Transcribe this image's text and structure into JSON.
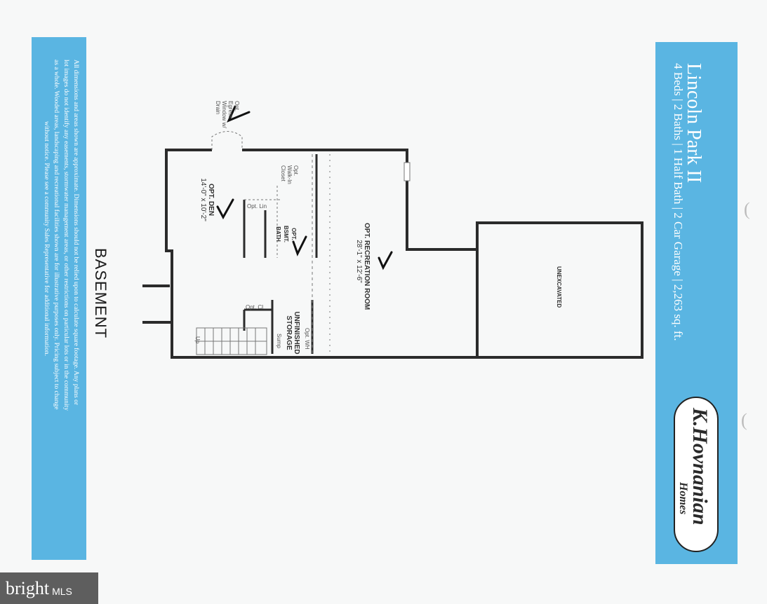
{
  "header": {
    "title": "Lincoln Park II",
    "specs": "4 Beds | 2 Baths | 1 Half Bath | 2 Car Garage | 2,263 sq. ft."
  },
  "logo": {
    "main": "K.Hovnanian",
    "sub": "Homes"
  },
  "disclaimer": {
    "lines": [
      "All dimensions and areas shown are approximate. Dimensions should not be relied upon to calculate square footage. Any plans or",
      "lot images do not identify any easements, stormwater management areas, or other restrictions on particular lots or in the community",
      "as a whole. Wooded areas, landscaping and recreational facilities shown are for illustrative purposes only. Pricing subject to change",
      "without notice. Please see a community Sales Representative for additional information."
    ]
  },
  "floorplan": {
    "section_title": "BASEMENT",
    "rooms": {
      "recreation": {
        "name": "OPT. RECREATION ROOM",
        "dims": "28'-1\" x 12'-6\""
      },
      "den": {
        "name": "OPT. DEN",
        "dims": "14'-0\" x 10'-2\""
      },
      "bath": {
        "name": "OPT. BSMT. BATH"
      },
      "storage": {
        "name": "UNFINISHED STORAGE"
      },
      "unexcavated": {
        "name": "UNEXCAVATED"
      }
    },
    "notes": {
      "egress": "Opt. Egress Window w/ Drain",
      "walkin": "Opt. Walk-In Closet",
      "lin": "Opt. Lin",
      "cl": "Opt. CL",
      "wh": "Opt. WH",
      "sump": "Sump",
      "up": "Up"
    }
  },
  "watermark": {
    "main": "bright",
    "mls": "MLS"
  },
  "colors": {
    "panel": "#5ab5e2",
    "wall": "#2b2b2b"
  }
}
